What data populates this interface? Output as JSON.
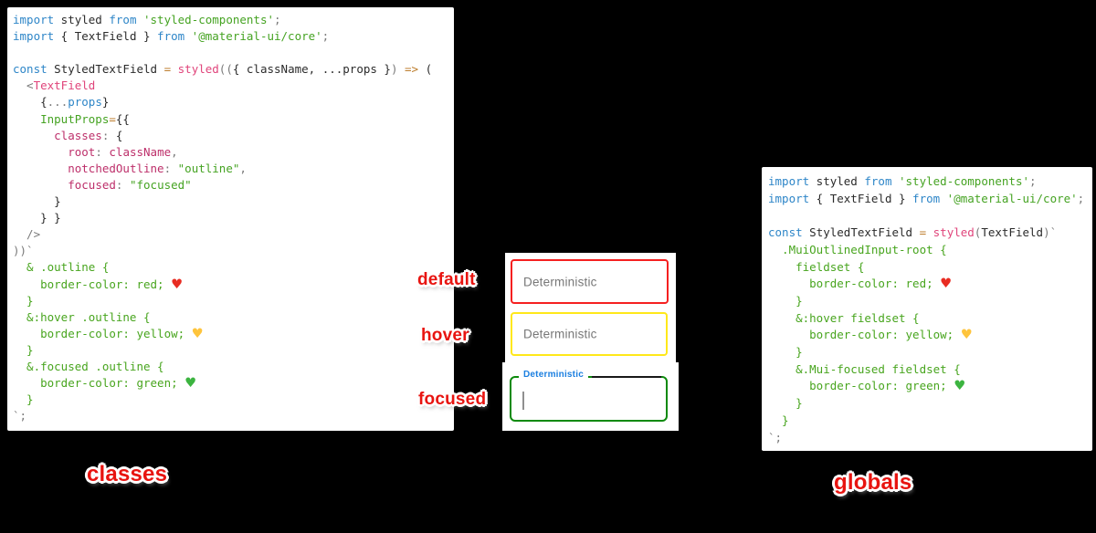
{
  "colors": {
    "background": "#000000",
    "code_panel_bg": "#ffffff",
    "annotation_red": "#e81410",
    "annotation_outline": "#ffffff",
    "default_border": "#ff0000",
    "hover_border": "#ffee00",
    "focused_border": "#0c8a0c",
    "focused_label_blue": "#1b7fe0",
    "placeholder_gray": "#777777",
    "syntax": {
      "keyword": "#2e86c8",
      "plain": "#2b2b2b",
      "punctuation": "#7a7a7a",
      "operator": "#bd7d2c",
      "function": "#e0457b",
      "property": "#bd2f6a",
      "string": "#45a322",
      "template": "#48a51e"
    },
    "heart_red": "#e82c22",
    "heart_yellow": "#fec43c",
    "heart_green": "#3cb440"
  },
  "labels": {
    "col_default": "default",
    "col_hover": "hover",
    "col_focused": "focused",
    "bottom_left": "classes",
    "bottom_right": "globals"
  },
  "fields": {
    "default": {
      "placeholder": "Deterministic"
    },
    "hover": {
      "placeholder": "Deterministic"
    },
    "focused": {
      "label": "Deterministic",
      "value": ""
    }
  },
  "icons": {
    "red-heart-icon": "♥",
    "yellow-heart-icon": "♥",
    "green-heart-icon": "♥",
    "text-caret": "|"
  },
  "code_blocks": {
    "classes": {
      "lines": [
        [
          {
            "s": "kw",
            "t": "import"
          },
          {
            "s": "pl",
            "t": " styled "
          },
          {
            "s": "kw",
            "t": "from"
          },
          {
            "s": "str",
            "t": " 'styled-components'"
          },
          {
            "s": "pun",
            "t": ";"
          }
        ],
        [
          {
            "s": "kw",
            "t": "import"
          },
          {
            "s": "pl",
            "t": " { TextField } "
          },
          {
            "s": "kw",
            "t": "from"
          },
          {
            "s": "str",
            "t": " '@material-ui/core'"
          },
          {
            "s": "pun",
            "t": ";"
          }
        ],
        [],
        [
          {
            "s": "kw",
            "t": "const"
          },
          {
            "s": "pl",
            "t": " StyledTextField "
          },
          {
            "s": "op",
            "t": "="
          },
          {
            "s": "pl",
            "t": " "
          },
          {
            "s": "fn",
            "t": "styled"
          },
          {
            "s": "pun",
            "t": "(("
          },
          {
            "s": "pl",
            "t": "{ className, ...props }"
          },
          {
            "s": "pun",
            "t": ")"
          },
          {
            "s": "pl",
            "t": " "
          },
          {
            "s": "op",
            "t": "=>"
          },
          {
            "s": "pl",
            "t": " ("
          }
        ],
        [
          {
            "s": "pun",
            "t": "  <"
          },
          {
            "s": "fn",
            "t": "TextField"
          }
        ],
        [
          {
            "s": "pl",
            "t": "    {"
          },
          {
            "s": "pun",
            "t": "..."
          },
          {
            "s": "kw",
            "t": "props"
          },
          {
            "s": "pl",
            "t": "}"
          }
        ],
        [
          {
            "s": "str",
            "t": "    InputProps"
          },
          {
            "s": "op",
            "t": "="
          },
          {
            "s": "pl",
            "t": "{{"
          }
        ],
        [
          {
            "s": "pl",
            "t": "      "
          },
          {
            "s": "id",
            "t": "classes"
          },
          {
            "s": "pun",
            "t": ": "
          },
          {
            "s": "pl",
            "t": "{"
          }
        ],
        [
          {
            "s": "pl",
            "t": "        "
          },
          {
            "s": "id",
            "t": "root"
          },
          {
            "s": "pun",
            "t": ": "
          },
          {
            "s": "id",
            "t": "className"
          },
          {
            "s": "pun",
            "t": ","
          }
        ],
        [
          {
            "s": "pl",
            "t": "        "
          },
          {
            "s": "id",
            "t": "notchedOutline"
          },
          {
            "s": "pun",
            "t": ": "
          },
          {
            "s": "str",
            "t": "\"outline\""
          },
          {
            "s": "pun",
            "t": ","
          }
        ],
        [
          {
            "s": "pl",
            "t": "        "
          },
          {
            "s": "id",
            "t": "focused"
          },
          {
            "s": "pun",
            "t": ": "
          },
          {
            "s": "str",
            "t": "\"focused\""
          }
        ],
        [
          {
            "s": "pl",
            "t": "      }"
          }
        ],
        [
          {
            "s": "pl",
            "t": "    } }"
          }
        ],
        [
          {
            "s": "pun",
            "t": "  />"
          }
        ],
        [
          {
            "s": "pun",
            "t": "))`"
          }
        ],
        [
          {
            "s": "tpl",
            "t": "  & .outline {"
          }
        ],
        [
          {
            "s": "tpl",
            "t": "    border-color: red; "
          },
          {
            "s": "hr",
            "t": "♥"
          }
        ],
        [
          {
            "s": "tpl",
            "t": "  }"
          }
        ],
        [
          {
            "s": "tpl",
            "t": "  &:hover .outline {"
          }
        ],
        [
          {
            "s": "tpl",
            "t": "    border-color: yellow; "
          },
          {
            "s": "hy",
            "t": "♥"
          }
        ],
        [
          {
            "s": "tpl",
            "t": "  }"
          }
        ],
        [
          {
            "s": "tpl",
            "t": "  &.focused .outline {"
          }
        ],
        [
          {
            "s": "tpl",
            "t": "    border-color: green; "
          },
          {
            "s": "hg",
            "t": "♥"
          }
        ],
        [
          {
            "s": "tpl",
            "t": "  }"
          }
        ],
        [
          {
            "s": "pun",
            "t": "`;"
          }
        ]
      ]
    },
    "globals": {
      "lines": [
        [
          {
            "s": "kw",
            "t": "import"
          },
          {
            "s": "pl",
            "t": " styled "
          },
          {
            "s": "kw",
            "t": "from"
          },
          {
            "s": "str",
            "t": " 'styled-components'"
          },
          {
            "s": "pun",
            "t": ";"
          }
        ],
        [
          {
            "s": "kw",
            "t": "import"
          },
          {
            "s": "pl",
            "t": " { TextField } "
          },
          {
            "s": "kw",
            "t": "from"
          },
          {
            "s": "str",
            "t": " '@material-ui/core'"
          },
          {
            "s": "pun",
            "t": ";"
          }
        ],
        [],
        [
          {
            "s": "kw",
            "t": "const"
          },
          {
            "s": "pl",
            "t": " StyledTextField "
          },
          {
            "s": "op",
            "t": "="
          },
          {
            "s": "pl",
            "t": " "
          },
          {
            "s": "fn",
            "t": "styled"
          },
          {
            "s": "pun",
            "t": "("
          },
          {
            "s": "pl",
            "t": "TextField"
          },
          {
            "s": "pun",
            "t": ")`"
          }
        ],
        [
          {
            "s": "tpl",
            "t": "  .MuiOutlinedInput-root {"
          }
        ],
        [
          {
            "s": "tpl",
            "t": "    fieldset {"
          }
        ],
        [
          {
            "s": "tpl",
            "t": "      border-color: red; "
          },
          {
            "s": "hr",
            "t": "♥"
          }
        ],
        [
          {
            "s": "tpl",
            "t": "    }"
          }
        ],
        [
          {
            "s": "tpl",
            "t": "    &:hover fieldset {"
          }
        ],
        [
          {
            "s": "tpl",
            "t": "      border-color: yellow; "
          },
          {
            "s": "hy",
            "t": "♥"
          }
        ],
        [
          {
            "s": "tpl",
            "t": "    }"
          }
        ],
        [
          {
            "s": "tpl",
            "t": "    &.Mui-focused fieldset {"
          }
        ],
        [
          {
            "s": "tpl",
            "t": "      border-color: green; "
          },
          {
            "s": "hg",
            "t": "♥"
          }
        ],
        [
          {
            "s": "tpl",
            "t": "    }"
          }
        ],
        [
          {
            "s": "tpl",
            "t": "  }"
          }
        ],
        [
          {
            "s": "pun",
            "t": "`;"
          }
        ]
      ]
    }
  }
}
